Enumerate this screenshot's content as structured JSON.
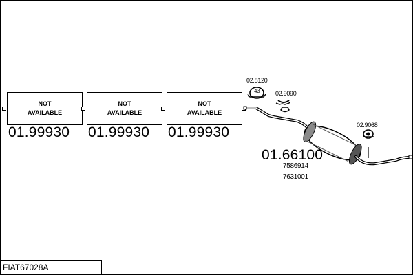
{
  "boxes": [
    {
      "text": "NOT\nAVAILABLE",
      "part": "01.99930"
    },
    {
      "text": "NOT\nAVAILABLE",
      "part": "01.99930"
    },
    {
      "text": "NOT\nAVAILABLE",
      "part": "01.99930"
    }
  ],
  "muffler": {
    "part": "01.66100",
    "refs": [
      "7586914",
      "7631001"
    ]
  },
  "components": {
    "gasket": "02.8120",
    "gasket_label": "43",
    "clamp": "02.9090",
    "hanger": "02.9068"
  },
  "footer": {
    "code": "FIAT67028A"
  }
}
